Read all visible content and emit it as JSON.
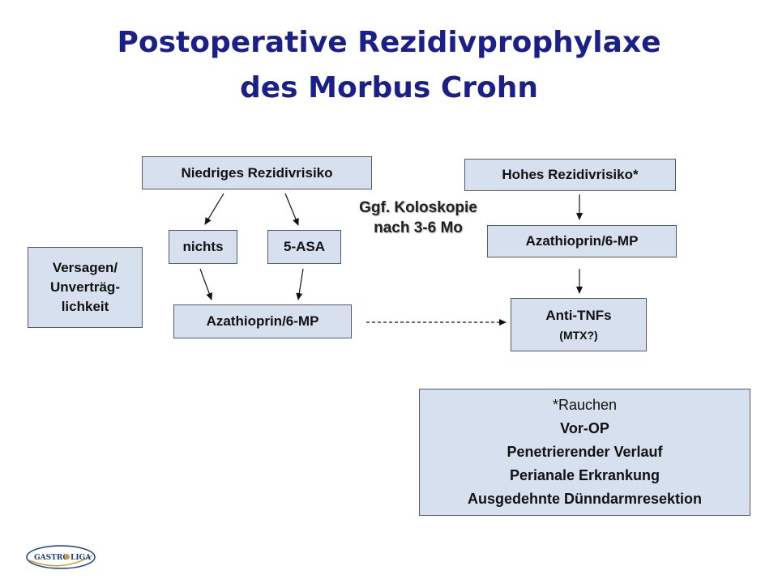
{
  "title": {
    "line1": "Postoperative Rezidivprophylaxe",
    "line2": "des Morbus Crohn"
  },
  "boxes": {
    "low_risk": "Niedriges Rezidivrisiko",
    "high_risk": "Hohes Rezidivrisiko*",
    "nothing": "nichts",
    "asa": "5-ASA",
    "aza_left": "Azathioprin/6-MP",
    "aza_right": "Azathioprin/6-MP",
    "failure": [
      "Versagen/",
      "Unverträg-",
      "lichkeit"
    ],
    "anti_tnf": "Anti-TNFs",
    "anti_tnf_sub": "(MTX?)",
    "risk_factors": [
      "*Rauchen",
      "Vor-OP",
      "Penetrierender Verlauf",
      "Perianale Erkrankung",
      "Ausgedehnte Dünndarmresektion"
    ]
  },
  "note": {
    "line1": "Ggf. Koloskopie",
    "line2": "nach 3-6 Mo"
  },
  "logo": {
    "text_left": "GASTRO",
    "text_right": "LIGA"
  }
}
